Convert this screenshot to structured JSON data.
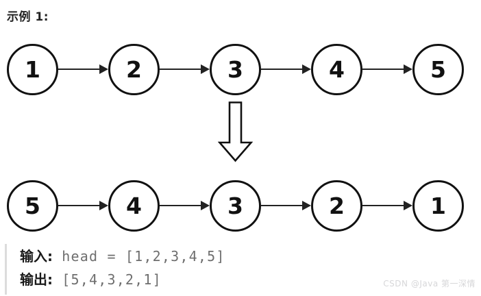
{
  "page": {
    "title": "示例 1:",
    "background": "#ffffff"
  },
  "diagram": {
    "type": "linked-list-reversal",
    "node_fill": "#ffffff",
    "node_stroke": "#111111",
    "arrow_color": "#222222",
    "input_list": {
      "name": "original-list",
      "nodes": [
        "1",
        "2",
        "3",
        "4",
        "5"
      ]
    },
    "output_list": {
      "name": "reversed-list",
      "nodes": [
        "5",
        "4",
        "3",
        "2",
        "1"
      ]
    },
    "transform_arrow": "down-arrow"
  },
  "io_block": {
    "input_label": "输入:",
    "input_value": "head = [1,2,3,4,5]",
    "output_label": "输出:",
    "output_value": "[5,4,3,2,1]",
    "value_color": "#6e6e6e"
  },
  "watermark": "CSDN @Java 第一深情"
}
